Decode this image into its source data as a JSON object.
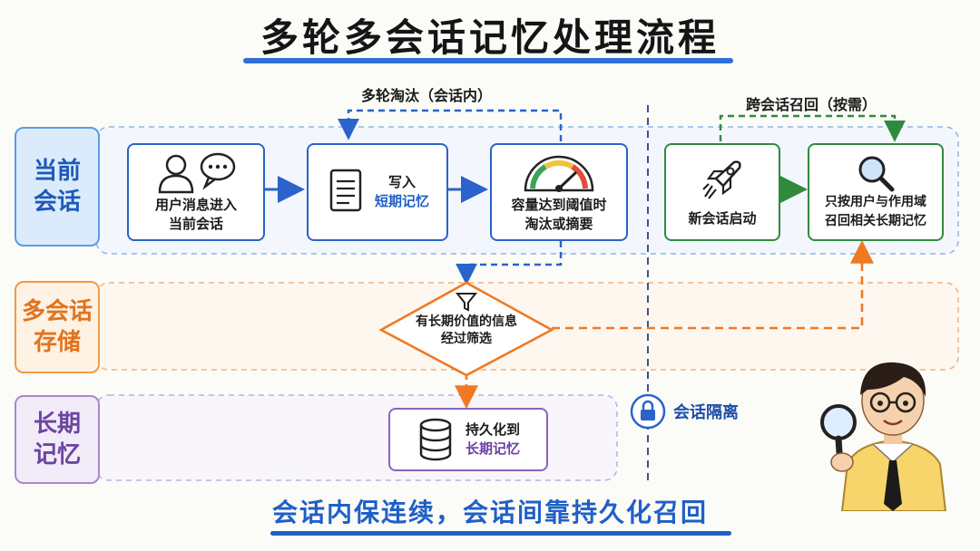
{
  "title": "多轮多会话记忆处理流程",
  "lanes": {
    "current_session": "当前\n会话",
    "multi_session_storage": "多会话\n存储",
    "long_term_memory": "长期\n记忆"
  },
  "flow_labels": {
    "multi_turn_eviction": "多轮淘汰（会话内）",
    "cross_session_recall": "跨会话召回（按需）"
  },
  "steps": {
    "user_message": {
      "line1": "用户消息进入",
      "line2": "当前会话"
    },
    "write_short_term": {
      "line1": "写入",
      "line2": "短期记忆"
    },
    "capacity_threshold": {
      "line1": "容量达到阈值时",
      "line2": "淘汰或摘要"
    },
    "filter_valuable": {
      "line1": "有长期价值的信息",
      "line2": "经过筛选"
    },
    "persist_long_term": {
      "line1": "持久化到",
      "line2": "长期记忆"
    },
    "new_session_start": {
      "line1": "新会话启动"
    },
    "recall_by_scope": {
      "line1": "只按用户与作用域",
      "line2": "召回相关长期记忆"
    }
  },
  "session_isolation": "会话隔离",
  "bottom_slogan": "会话内保连续，会话间靠持久化召回",
  "colors": {
    "blue": "#2a63c9",
    "green": "#2f8a3e",
    "orange": "#ef7a23",
    "purple": "#8a63bd"
  },
  "icons": [
    "user-icon",
    "chat-bubble-icon",
    "document-icon",
    "gauge-icon",
    "funnel-icon",
    "database-icon",
    "rocket-icon",
    "magnifier-icon",
    "lock-icon",
    "person-illustration"
  ]
}
